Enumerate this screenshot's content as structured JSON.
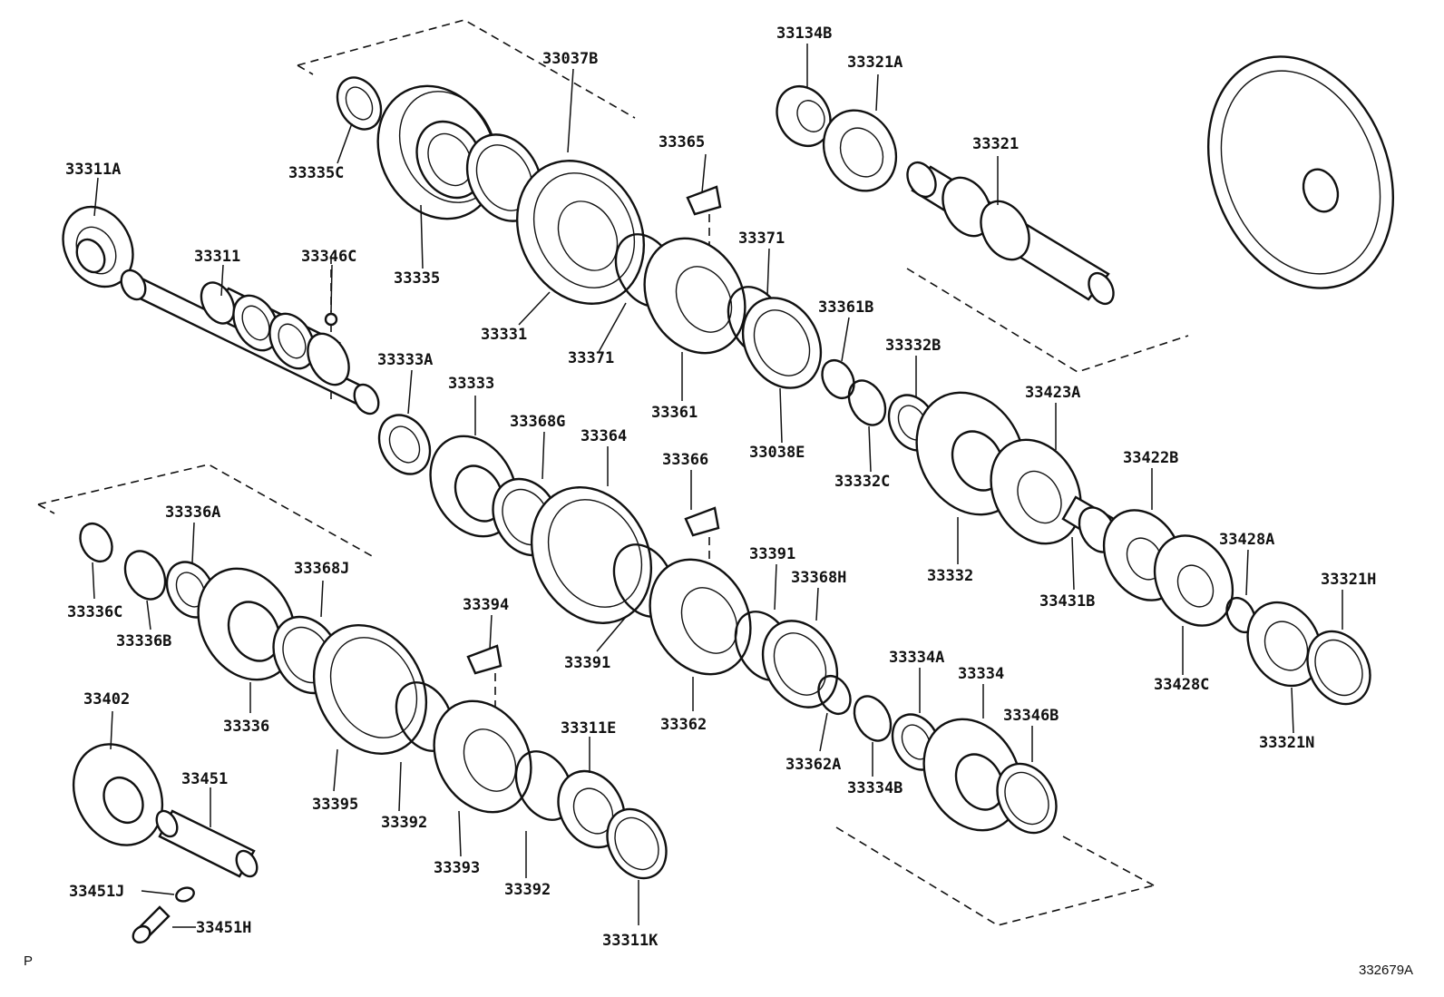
{
  "labels": {
    "p33311A": "33311A",
    "p33311": "33311",
    "p33346C": "33346C",
    "p33335C": "33335C",
    "p33335": "33335",
    "p33037B": "33037B",
    "p33331": "33331",
    "p33371a": "33371",
    "p33371b": "33371",
    "p33365": "33365",
    "p33361": "33361",
    "p33038E": "33038E",
    "p33361B": "33361B",
    "p33134B": "33134B",
    "p33321A": "33321A",
    "p33321": "33321",
    "p33333A": "33333A",
    "p33333": "33333",
    "p33368G": "33368G",
    "p33364": "33364",
    "p33366": "33366",
    "p33332B": "33332B",
    "p33332C": "33332C",
    "p33332": "33332",
    "p33423A": "33423A",
    "p33422B": "33422B",
    "p33431B": "33431B",
    "p33428A": "33428A",
    "p33428C": "33428C",
    "p33321H": "33321H",
    "p33321N": "33321N",
    "p33336A": "33336A",
    "p33336C": "33336C",
    "p33336B": "33336B",
    "p33336": "33336",
    "p33368J": "33368J",
    "p33394": "33394",
    "p33391a": "33391",
    "p33391b": "33391",
    "p33368H": "33368H",
    "p33362": "33362",
    "p33362A": "33362A",
    "p33334A": "33334A",
    "p33334": "33334",
    "p33334B": "33334B",
    "p33346B": "33346B",
    "p33402": "33402",
    "p33451": "33451",
    "p33451J": "33451J",
    "p33451H": "33451H",
    "p33395": "33395",
    "p33392a": "33392",
    "p33392b": "33392",
    "p33393": "33393",
    "p33311E": "33311E",
    "p33311K": "33311K"
  },
  "corner_left": "P",
  "figure_code": "332679A"
}
